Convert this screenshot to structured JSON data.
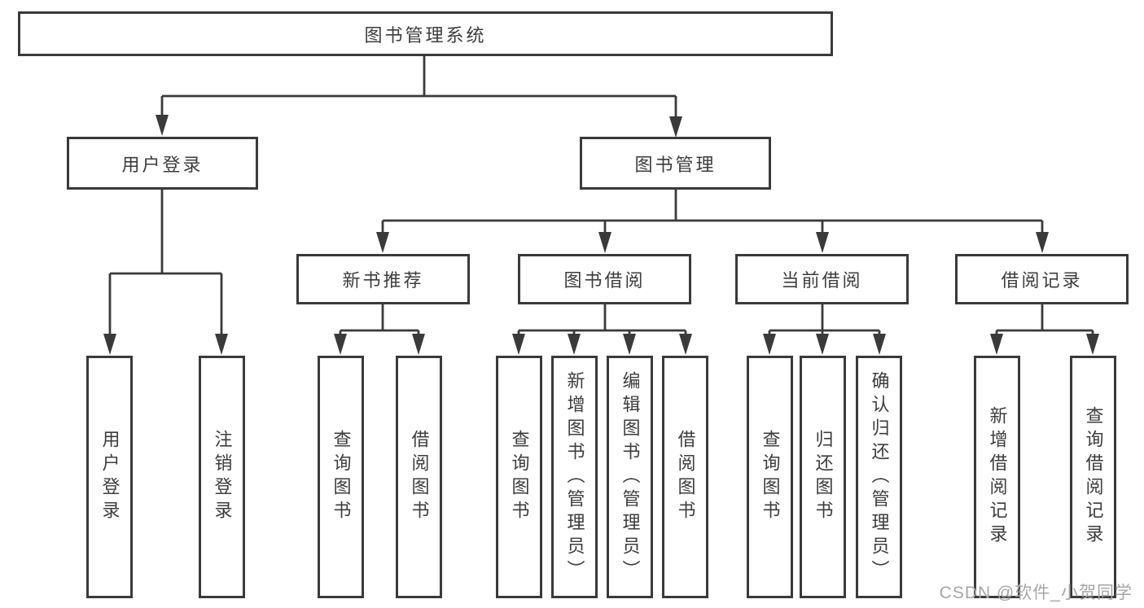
{
  "tree": {
    "root": {
      "label": "图书管理系统"
    },
    "branches": [
      {
        "label": "用户登录",
        "children": [
          {
            "label": "用户登录"
          },
          {
            "label": "注销登录"
          }
        ]
      },
      {
        "label": "图书管理",
        "children": [
          {
            "label": "新书推荐",
            "children": [
              {
                "label": "查询图书"
              },
              {
                "label": "借阅图书"
              }
            ]
          },
          {
            "label": "图书借阅",
            "children": [
              {
                "label": "查询图书"
              },
              {
                "label": "新增图书（管理员）"
              },
              {
                "label": "编辑图书（管理员）"
              },
              {
                "label": "借阅图书"
              }
            ]
          },
          {
            "label": "当前借阅",
            "children": [
              {
                "label": "查询图书"
              },
              {
                "label": "归还图书"
              },
              {
                "label": "确认归还（管理员）"
              }
            ]
          },
          {
            "label": "借阅记录",
            "children": [
              {
                "label": "新增借阅记录"
              },
              {
                "label": "查询借阅记录"
              }
            ]
          }
        ]
      }
    ]
  },
  "watermark": {
    "text": "CSDN @软件_小贺同学"
  },
  "colors": {
    "line": "#3a3a3a",
    "text": "#3c3c3c",
    "watermark": "#a6a6a6",
    "background": "#ffffff"
  }
}
